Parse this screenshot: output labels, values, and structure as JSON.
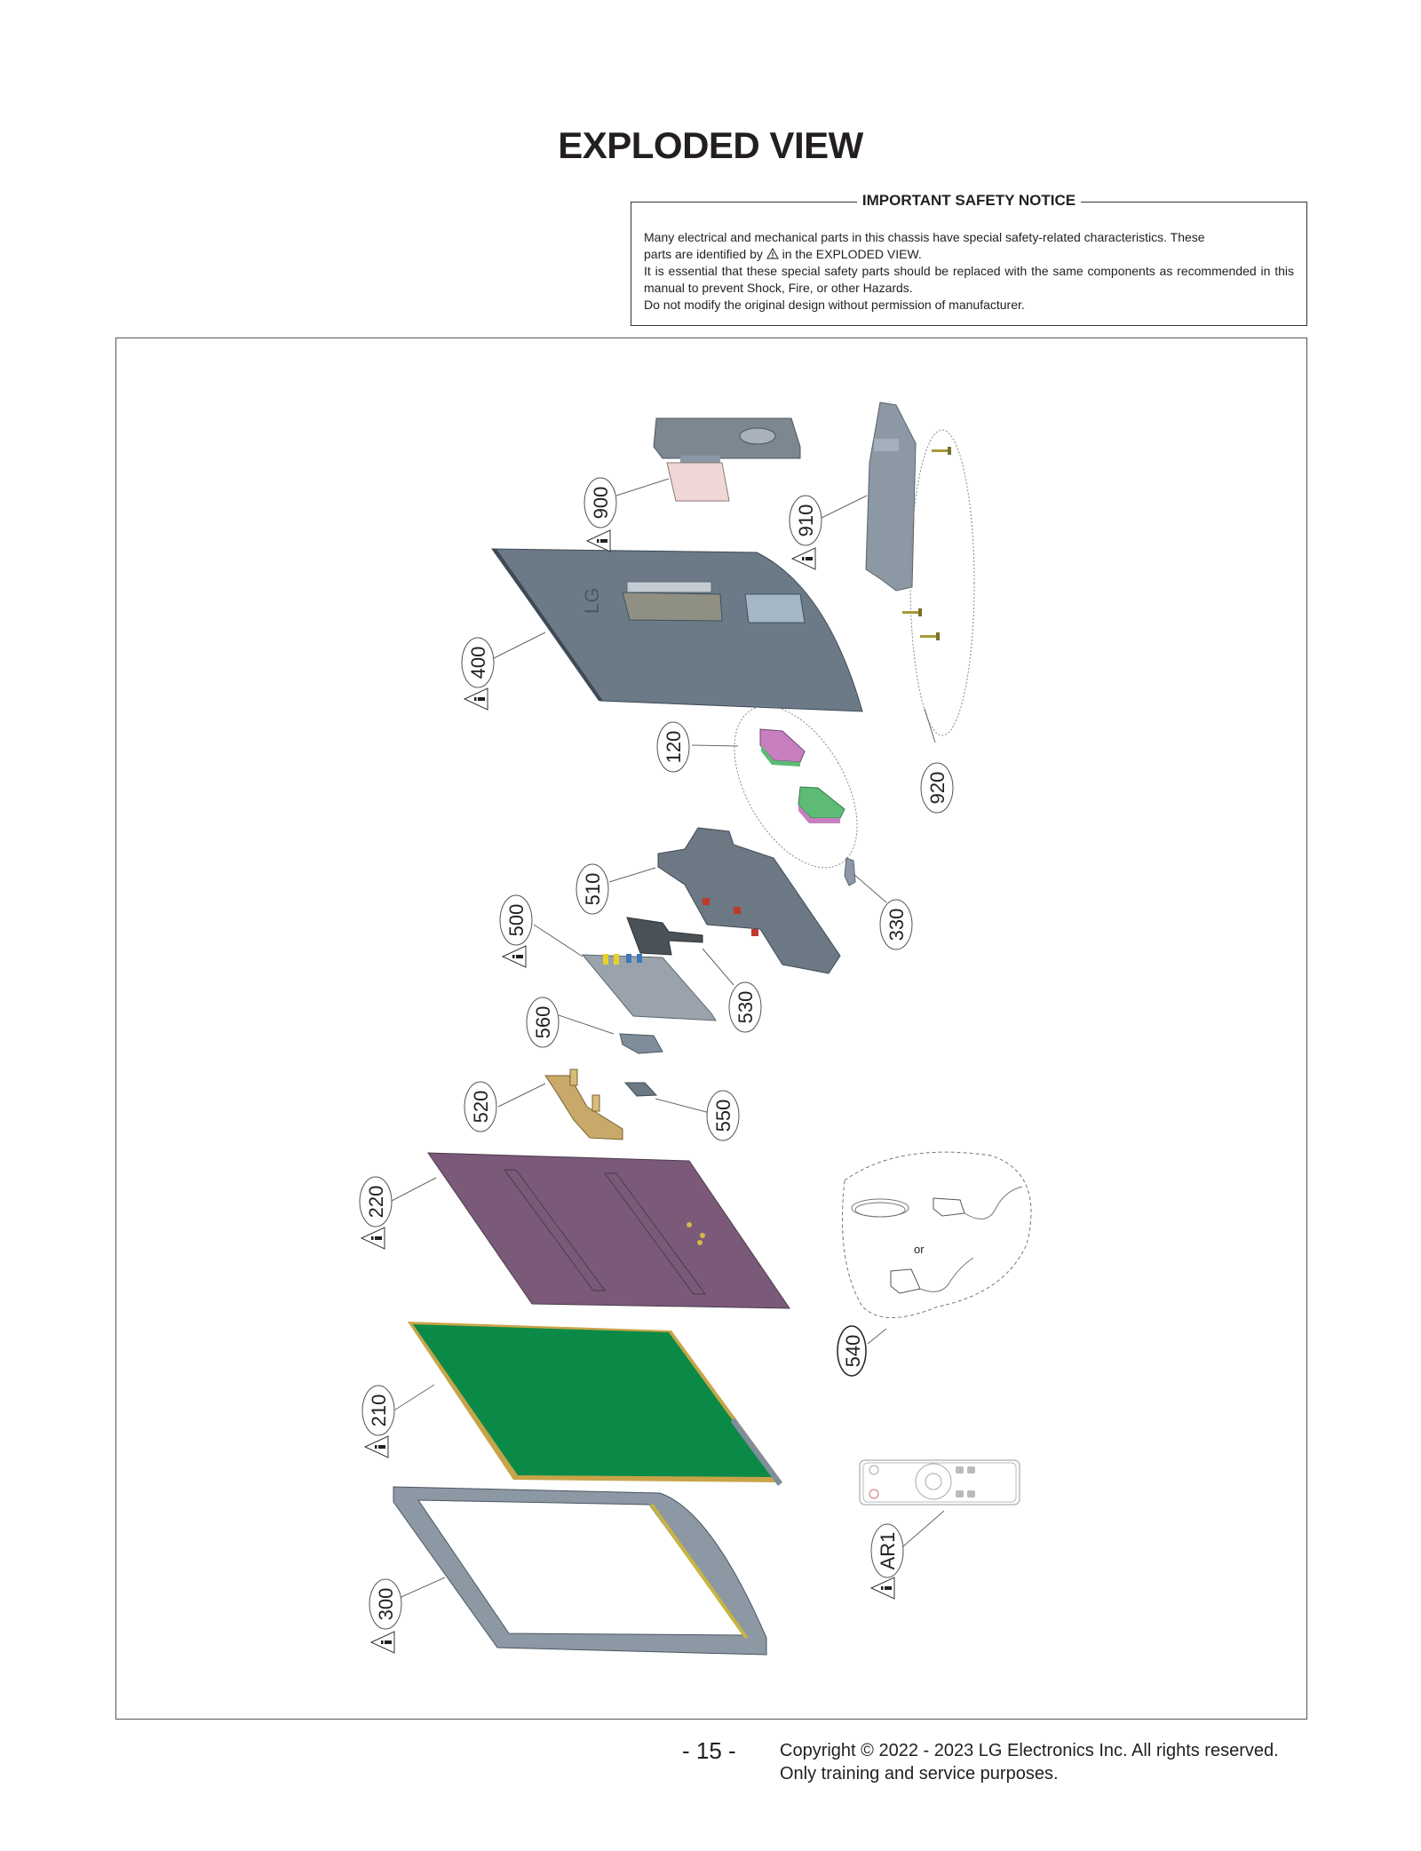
{
  "page": {
    "title": "EXPLODED VIEW",
    "page_number": "- 15 -"
  },
  "safety_notice": {
    "title": "IMPORTANT SAFETY NOTICE",
    "line1": "Many electrical and mechanical parts in this chassis have special safety-related characteristics. These",
    "line2a": "parts are identified by",
    "line2_icon": "warning-triangle-icon",
    "line2b": "in the EXPLODED VIEW.",
    "line3": "It is essential that these special safety parts should be replaced with the same components as recommended in this manual to prevent Shock, Fire, or other Hazards.",
    "line4": "Do not modify the original design without permission of manufacturer."
  },
  "diagram": {
    "or_label": "or",
    "callouts": [
      {
        "id": "900",
        "safety": true
      },
      {
        "id": "910",
        "safety": true
      },
      {
        "id": "920",
        "safety": false
      },
      {
        "id": "400",
        "safety": true
      },
      {
        "id": "120",
        "safety": false
      },
      {
        "id": "510",
        "safety": false
      },
      {
        "id": "330",
        "safety": false
      },
      {
        "id": "500",
        "safety": true
      },
      {
        "id": "530",
        "safety": false
      },
      {
        "id": "560",
        "safety": false
      },
      {
        "id": "520",
        "safety": false
      },
      {
        "id": "550",
        "safety": false
      },
      {
        "id": "220",
        "safety": true
      },
      {
        "id": "540",
        "safety": false
      },
      {
        "id": "210",
        "safety": true
      },
      {
        "id": "AR1",
        "safety": true
      },
      {
        "id": "300",
        "safety": true
      }
    ],
    "parts": {
      "stand_base": "900",
      "stand_body": "910",
      "screws": "920",
      "back_cover": "400",
      "speakers": "120",
      "frame_bracket": "510",
      "small_bracket": "330",
      "main_board": "500",
      "shield_plate": "530",
      "jack_board": "560",
      "stand_hinge": "520",
      "sub_board": "550",
      "panel_back": "220",
      "adapter": "540",
      "lcd_panel": "210",
      "remote": "AR1",
      "front_frame": "300"
    },
    "colors": {
      "cover_gray": "#6b7a86",
      "panel_purple": "#7a5a78",
      "lcd_green": "#0b8a47",
      "hinge_gold": "#c8a96a",
      "speaker_pink": "#c77fc0",
      "speaker_green": "#5dbb75"
    }
  },
  "footer": {
    "copyright": "Copyright © 2022 - 2023 LG Electronics Inc. All rights reserved.",
    "purpose": "Only training and service purposes."
  }
}
